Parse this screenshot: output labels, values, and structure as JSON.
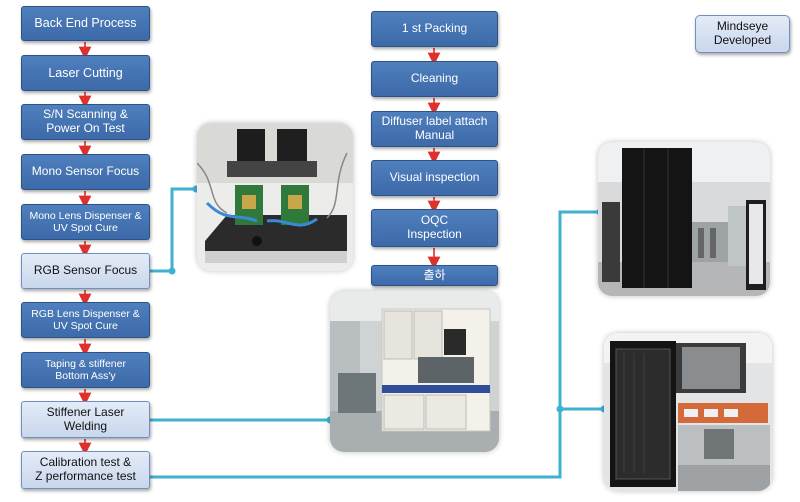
{
  "left_flow": [
    {
      "label": "Back End Process",
      "style": "blue"
    },
    {
      "label": "Laser Cutting",
      "style": "blue"
    },
    {
      "label": "S/N Scanning &\nPower On Test",
      "style": "blue"
    },
    {
      "label": "Mono Sensor Focus",
      "style": "blue"
    },
    {
      "label": "Mono Lens Dispenser &\nUV Spot Cure",
      "style": "blue"
    },
    {
      "label": "RGB Sensor Focus",
      "style": "light"
    },
    {
      "label": "RGB Lens Dispenser &\nUV Spot Cure",
      "style": "blue"
    },
    {
      "label": "Taping & stiffener\nBottom  Ass'y",
      "style": "blue"
    },
    {
      "label": "Stiffener Laser\nWelding",
      "style": "light"
    },
    {
      "label": "Calibration test &\nZ performance test",
      "style": "light"
    }
  ],
  "center_flow": [
    {
      "label": "1 st Packing"
    },
    {
      "label": "Cleaning"
    },
    {
      "label": "Diffuser label attach\nManual"
    },
    {
      "label": "Visual inspection"
    },
    {
      "label": "OQC\nInspection"
    },
    {
      "label": "출하"
    }
  ],
  "badge": {
    "label": "Mindseye\nDeveloped"
  },
  "colors": {
    "box_blue": "#4472c4",
    "box_light": "#dbe5f3",
    "arrow": "#e0302a",
    "connector": "#3fb0d0"
  },
  "photos": [
    {
      "name": "focus-station-photo"
    },
    {
      "name": "welding-machine-photo"
    },
    {
      "name": "calibration-rack-photo"
    },
    {
      "name": "z-test-machine-photo"
    }
  ]
}
